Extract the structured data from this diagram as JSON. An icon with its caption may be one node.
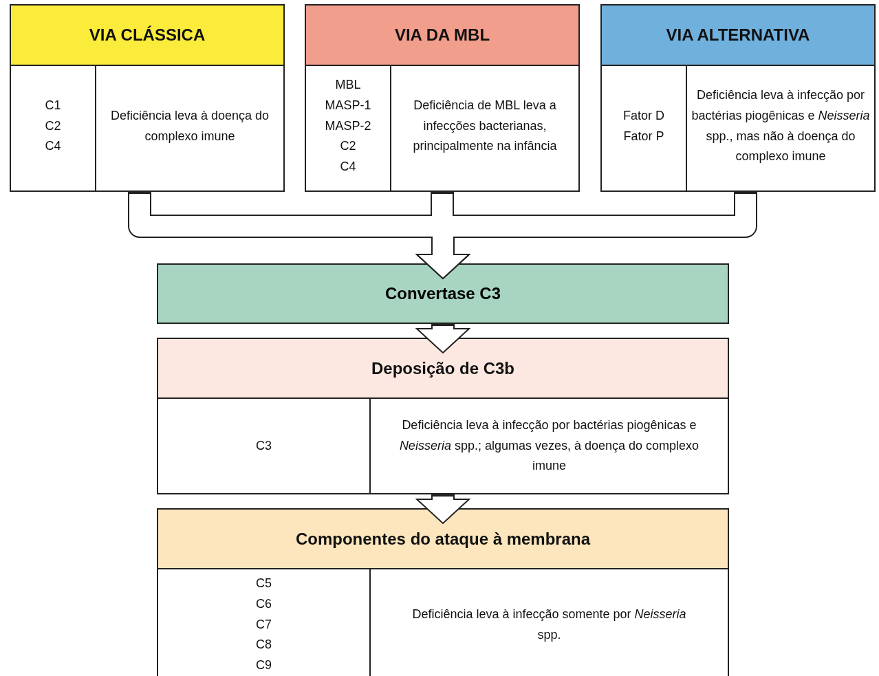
{
  "diagram": {
    "nodes": [
      {
        "text": [
          "VIA CLÁSSICA"
        ]
      },
      {
        "text": [
          "C1 C2 C4"
        ],
        "in": 0
      },
      {
        "text": [
          "Deficiência leva à doença do complexo imune"
        ],
        "in": 0
      },
      {
        "text": [
          "VIA DA MBL"
        ]
      },
      {
        "text": [
          "MBL MASP-1 MASP-2 C2 C4"
        ],
        "in": 3
      },
      {
        "text": [
          "Deficiência de MBL leva a infecções bacterianas, principalmente na infância"
        ],
        "in": 3
      },
      {
        "text": [
          "VIA ALTERNATIVA"
        ]
      },
      {
        "text": [
          "Fator D Fator P"
        ],
        "in": 6
      },
      {
        "text": [
          "Deficiência leva à infecção por bactérias piogênicas e *Neisseria* spp., mas não à doença do complexo imune"
        ],
        "in": 6
      },
      {
        "text": [
          "Convertase C3"
        ]
      },
      {
        "text": [
          "Deposição de C3b"
        ]
      },
      {
        "text": [
          "C3"
        ],
        "in": 10
      },
      {
        "text": [
          "Deficiência leva à infecção por bactérias piogênicas e *Neisseria* spp.; algumas vezes, à doença do complexo imune"
        ],
        "in": 10
      },
      {
        "text": [
          "Componentes do ataque à membrana"
        ]
      },
      {
        "text": [
          "C5 C6 C7 C8 C9"
        ],
        "in": 13
      },
      {
        "text": [
          "Deficiência leva à infecção somente por *Neisseria* spp."
        ],
        "in": 13
      }
    ],
    "edges": [
      {
        "from": 0,
        "to": 9,
        "arrow": "to"
      },
      {
        "from": 3,
        "to": 9,
        "arrow": "to"
      },
      {
        "from": 6,
        "to": 9,
        "arrow": "to"
      },
      {
        "from": 9,
        "to": 10,
        "arrow": "to"
      },
      {
        "from": 10,
        "to": 13,
        "arrow": "to"
      }
    ]
  }
}
